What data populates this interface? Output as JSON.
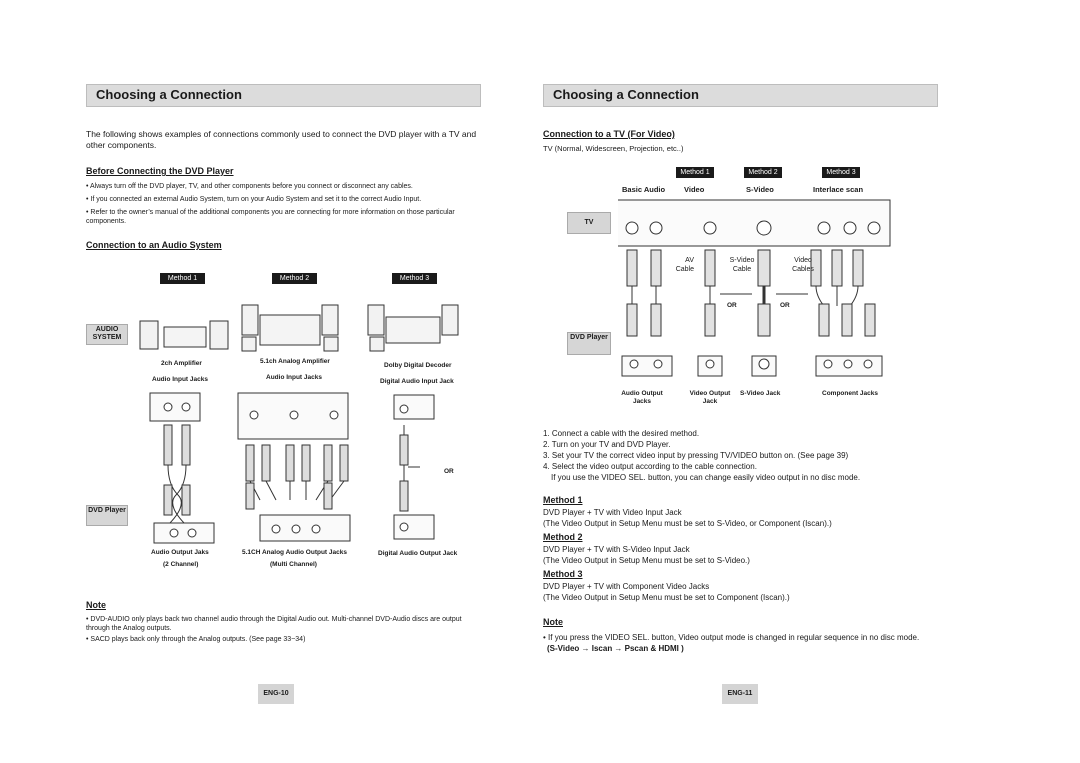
{
  "left": {
    "title": "Choosing a Connection",
    "intro": "The following shows examples of connections commonly used to connect the DVD player with a TV and other components.",
    "before_heading": "Before Connecting the DVD Player",
    "before_items": [
      "Always turn off the DVD player, TV, and other components before you connect or disconnect any cables.",
      "If you connected an external Audio System, turn on your Audio System and set it to the correct Audio Input.",
      "Refer to the owner’s manual of the additional components you are connecting for more information on those particular components."
    ],
    "audio_heading": "Connection to an Audio System",
    "methods": [
      "Method 1",
      "Method 2",
      "Method 3"
    ],
    "audio_system_label": "AUDIO SYSTEM",
    "dvd_label": "DVD Player",
    "col1_top": "2ch Amplifier",
    "col1_sub": "Audio Input Jacks",
    "col2_top": "5.1ch Analog Amplifier",
    "col2_sub": "Audio Input Jacks",
    "col3_top": "Dolby Digital Decoder",
    "col3_sub": "Digital Audio Input Jack",
    "or": "OR",
    "bottom1a": "Audio Output Jaks",
    "bottom1b": "(2 Channel)",
    "bottom2a": "5.1CH Analog Audio Output Jacks",
    "bottom2b": "(Multi Channel)",
    "bottom3": "Digital Audio Output Jack",
    "note_heading": "Note",
    "notes": [
      "DVD-AUDIO only plays back two channel audio through the Digital Audio out. Multi-channel DVD-Audio discs are output through the Analog outputs.",
      "SACD plays back only through the Analog outputs. (See page 33~34)"
    ],
    "page": "ENG-10"
  },
  "right": {
    "title": "Choosing a Connection",
    "tv_heading": "Connection to a TV (For Video)",
    "tv_sub": "TV (Normal, Widescreen, Projection, etc..)",
    "methods": [
      "Method 1",
      "Method 2",
      "Method 3"
    ],
    "col_basic": "Basic Audio",
    "col_video": "Video",
    "col_svideo": "S-Video",
    "col_interlace": "Interlace scan",
    "tv_label": "TV",
    "dvd_label": "DVD Player",
    "cable_av": "AV Cable",
    "cable_sv": "S-Video Cable",
    "cable_video": "Video Cables",
    "or": "OR",
    "jack_audio": "Audio Output Jacks",
    "jack_video": "Video Output Jack",
    "jack_svideo": "S-Video Jack",
    "jack_component": "Component Jacks",
    "steps": [
      "1. Connect a cable with the desired method.",
      "2. Turn on your TV and DVD Player.",
      "3. Set your TV the correct video input by pressing TV/VIDEO button on. (See page 39)",
      "4. Select the video output according to the cable connection.",
      "If you use the VIDEO SEL. button, you can change easily video output in no disc mode."
    ],
    "m1_heading": "Method 1",
    "m1_lines": [
      "DVD Player + TV with Video Input Jack",
      "(The Video Output in Setup Menu must be set to S-Video, or Component (Iscan).)"
    ],
    "m2_heading": "Method 2",
    "m2_lines": [
      "DVD Player + TV with S-Video Input Jack",
      "(The Video Output in Setup Menu must be set to S-Video.)"
    ],
    "m3_heading": "Method 3",
    "m3_lines": [
      "DVD Player + TV with Component Video Jacks",
      "(The Video Output in Setup Menu must be set to Component (Iscan).)"
    ],
    "note_heading": "Note",
    "note_line": "• If you press the VIDEO SEL. button, Video output mode is changed in regular sequence in no disc mode.",
    "note_seq": "(S-Video → Iscan → Pscan & HDMI )",
    "page": "ENG-11"
  }
}
